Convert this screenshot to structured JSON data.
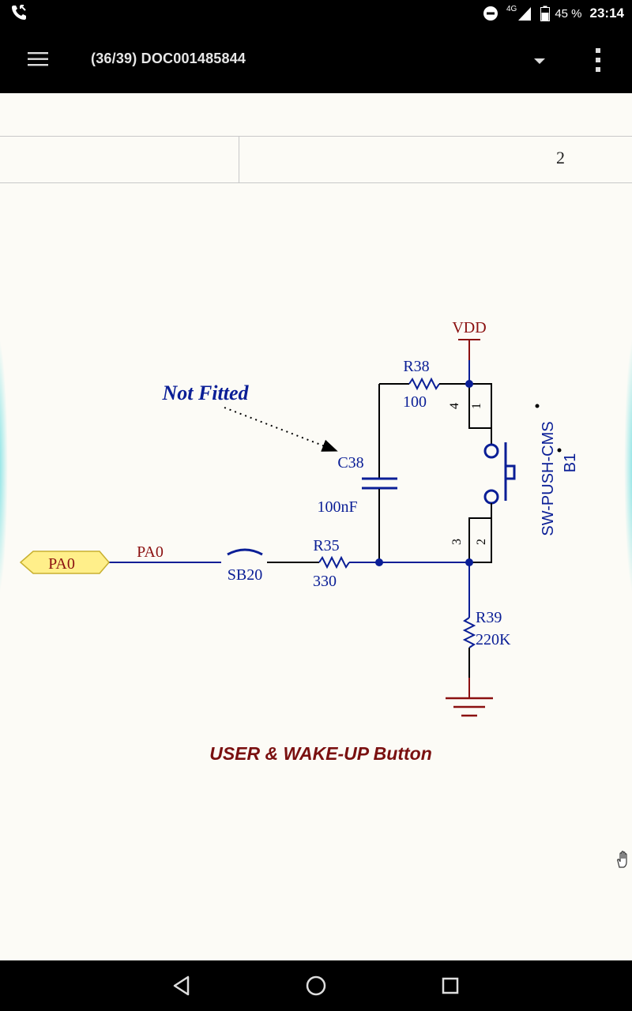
{
  "status_bar": {
    "network_label": "4G",
    "battery_percent": "45 %",
    "time": "23:14"
  },
  "app_bar": {
    "title": "(36/39) DOC001485844"
  },
  "document": {
    "table_page_number": "2",
    "schematic": {
      "power_label": "VDD",
      "port_label": "PA0",
      "net_label": "PA0",
      "jumper_label": "SB20",
      "not_fitted_note": "Not Fitted",
      "r38": {
        "ref": "R38",
        "value": "100"
      },
      "r35": {
        "ref": "R35",
        "value": "330"
      },
      "r39": {
        "ref": "R39",
        "value": "220K"
      },
      "c38": {
        "ref": "C38",
        "value": "100nF"
      },
      "switch": {
        "part": "SW-PUSH-CMS",
        "ref": "B1",
        "pin1": "1",
        "pin2": "2",
        "pin3": "3",
        "pin4": "4"
      },
      "caption": "USER & WAKE-UP Button"
    }
  },
  "colors": {
    "wire": "#0a1e96",
    "power": "#8b1010",
    "caption": "#7a1010",
    "port_fill": "#ffef8a"
  }
}
